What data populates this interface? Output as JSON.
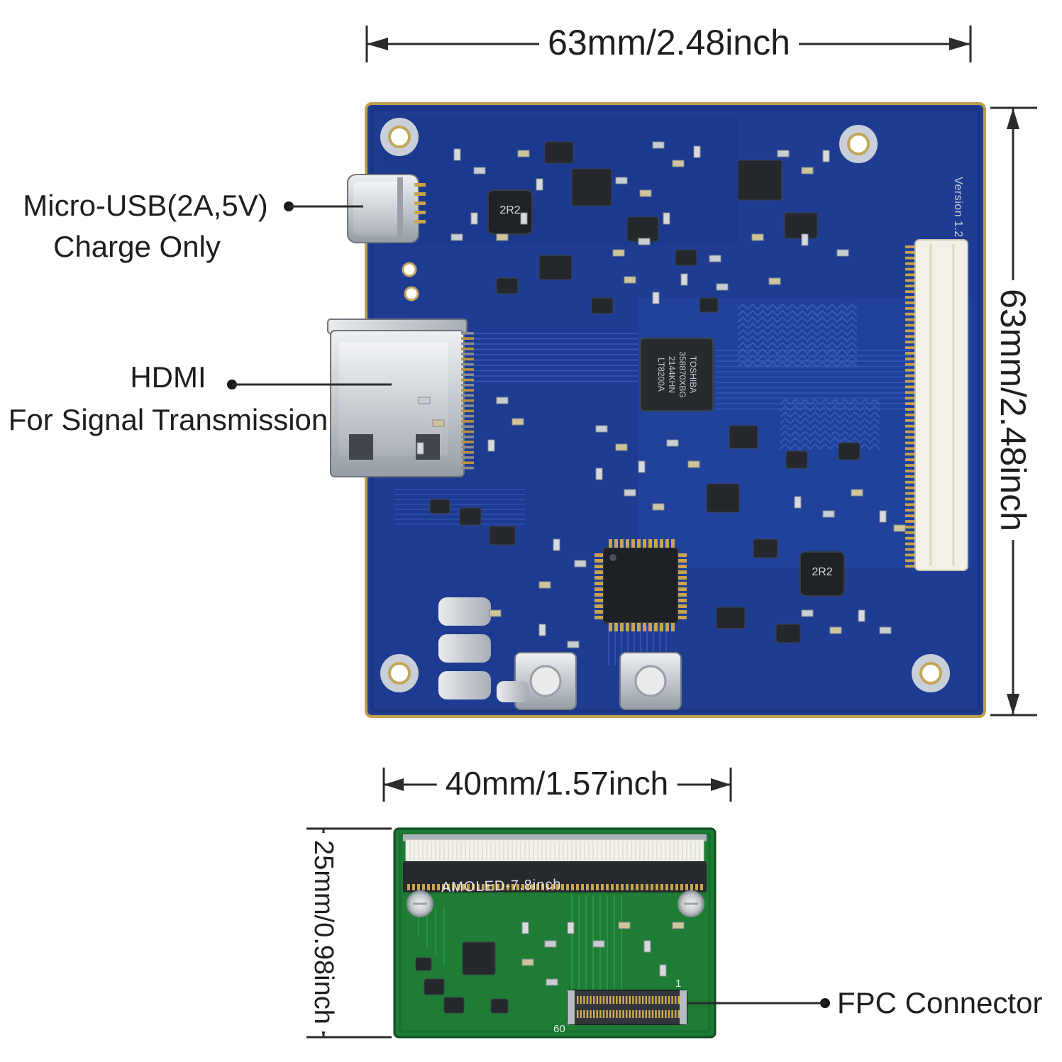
{
  "annotations": {
    "top_width": "63mm/2.48inch",
    "right_height": "63mm/2.48inch",
    "micro_usb_line1": "Micro-USB(2A,5V)",
    "micro_usb_line2": "Charge Only",
    "hdmi_line1": "HDMI",
    "hdmi_line2": "For Signal Transmission",
    "small_width": "40mm/1.57inch",
    "small_height": "25mm/0.98inch",
    "fpc_label": "FPC Connector"
  },
  "silk": {
    "version": "Version 1.2",
    "inductor_2r2": "2R2",
    "chip_line1": "TOSHIBA",
    "chip_line2": "358870XBG",
    "chip_line3": "2144KHN",
    "chip_line4": "LT8200A",
    "amoled": "AMOLED-7.8inch",
    "pin1": "1",
    "pin60": "60"
  },
  "colors": {
    "pcb_blue": "#1e3d92",
    "pcb_trace_blue": "#3b5fc0",
    "pcb_green": "#1e7c34",
    "gold_edge": "#bf9f4a",
    "connector_silver": "#c3c8ce",
    "ffc_cream": "#f3f0e7",
    "dimension_line": "#2b2b2b"
  }
}
